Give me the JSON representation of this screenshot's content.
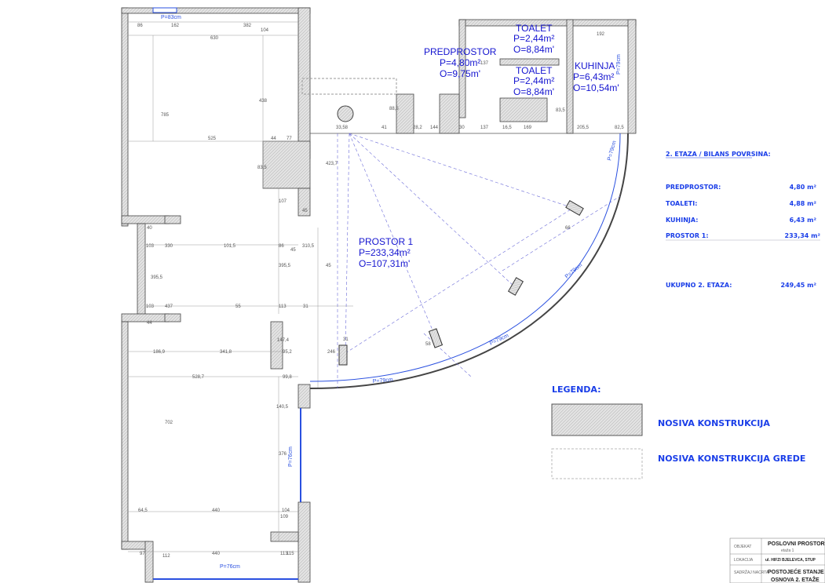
{
  "rooms": {
    "predprostor": {
      "name": "PREDPROSTOR",
      "area": "P=4,80m²",
      "perimeter": "O=9,75m'"
    },
    "toalet1": {
      "name": "TOALET",
      "area": "P=2,44m²",
      "perimeter": "O=8,84m'"
    },
    "toalet2": {
      "name": "TOALET",
      "area": "P=2,44m²",
      "perimeter": "O=8,84m'"
    },
    "kuhinja": {
      "name": "KUHINJA",
      "area": "P=6,43m²",
      "perimeter": "O=10,54m'"
    },
    "prostor1": {
      "name": "PROSTOR 1",
      "area": "P=233,34m²",
      "perimeter": "O=107,31m'"
    }
  },
  "openings": [
    "P=83cm",
    "P=79cm",
    "P=79cm",
    "P=79cm",
    "P=79cm",
    "P=79cm",
    "P=76cm",
    "P=76cm"
  ],
  "dimensions": [
    "86",
    "162",
    "382",
    "630",
    "104",
    "785",
    "438",
    "525",
    "44",
    "77",
    "83,5",
    "107",
    "45",
    "40",
    "45",
    "103",
    "330",
    "101,5",
    "86",
    "310,5",
    "395,5",
    "395,5",
    "45",
    "103",
    "437",
    "55",
    "113",
    "31",
    "44",
    "186,9",
    "341,8",
    "147,4",
    "95,2",
    "528,7",
    "99,8",
    "140,5",
    "702",
    "376",
    "64,5",
    "440",
    "109",
    "104",
    "97",
    "440",
    "112",
    "113",
    "115",
    "423,7",
    "33,58",
    "41",
    "28,2",
    "144",
    "30",
    "137",
    "16,5",
    "169",
    "205,5",
    "82,5",
    "83,5",
    "192",
    "137",
    "88,5",
    "31",
    "246",
    "58",
    "66"
  ],
  "balance": {
    "title": "2. ETAZA / BILANS POVRSINA:",
    "rows": [
      {
        "label": "PREDPROSTOR:",
        "value": "4,80 m²"
      },
      {
        "label": "TOALETI:",
        "value": "4,88 m²"
      },
      {
        "label": "KUHINJA:",
        "value": "6,43 m²"
      },
      {
        "label": "PROSTOR 1:",
        "value": "233,34 m²"
      }
    ],
    "total": {
      "label": "UKUPNO 2. ETAZA:",
      "value": "249,45 m²"
    }
  },
  "legend": {
    "title": "LEGENDA:",
    "items": [
      {
        "label": "NOSIVA KONSTRUKCIJA"
      },
      {
        "label": "NOSIVA KONSTRUKCIJA GREDE"
      }
    ]
  },
  "title_block": {
    "objekat_label": "OBJEKAT",
    "objekat": "POSLOVNI PROSTOR",
    "objekat_sub": "etaža 1",
    "lokacija_label": "LOKACIJA",
    "lokacija": "ul. HIFZI BJELEVCA, STUP",
    "sadrzaj_label": "SADRŽAJ NACRTA",
    "sadrzaj1": "POSTOJEĆE STANJE",
    "sadrzaj2": "OSNOVA 2. ETAŽE"
  },
  "colors": {
    "text": "#1515d0",
    "wall": "#d0d0d0",
    "line": "#333333",
    "dash": "#6a6ad8"
  }
}
